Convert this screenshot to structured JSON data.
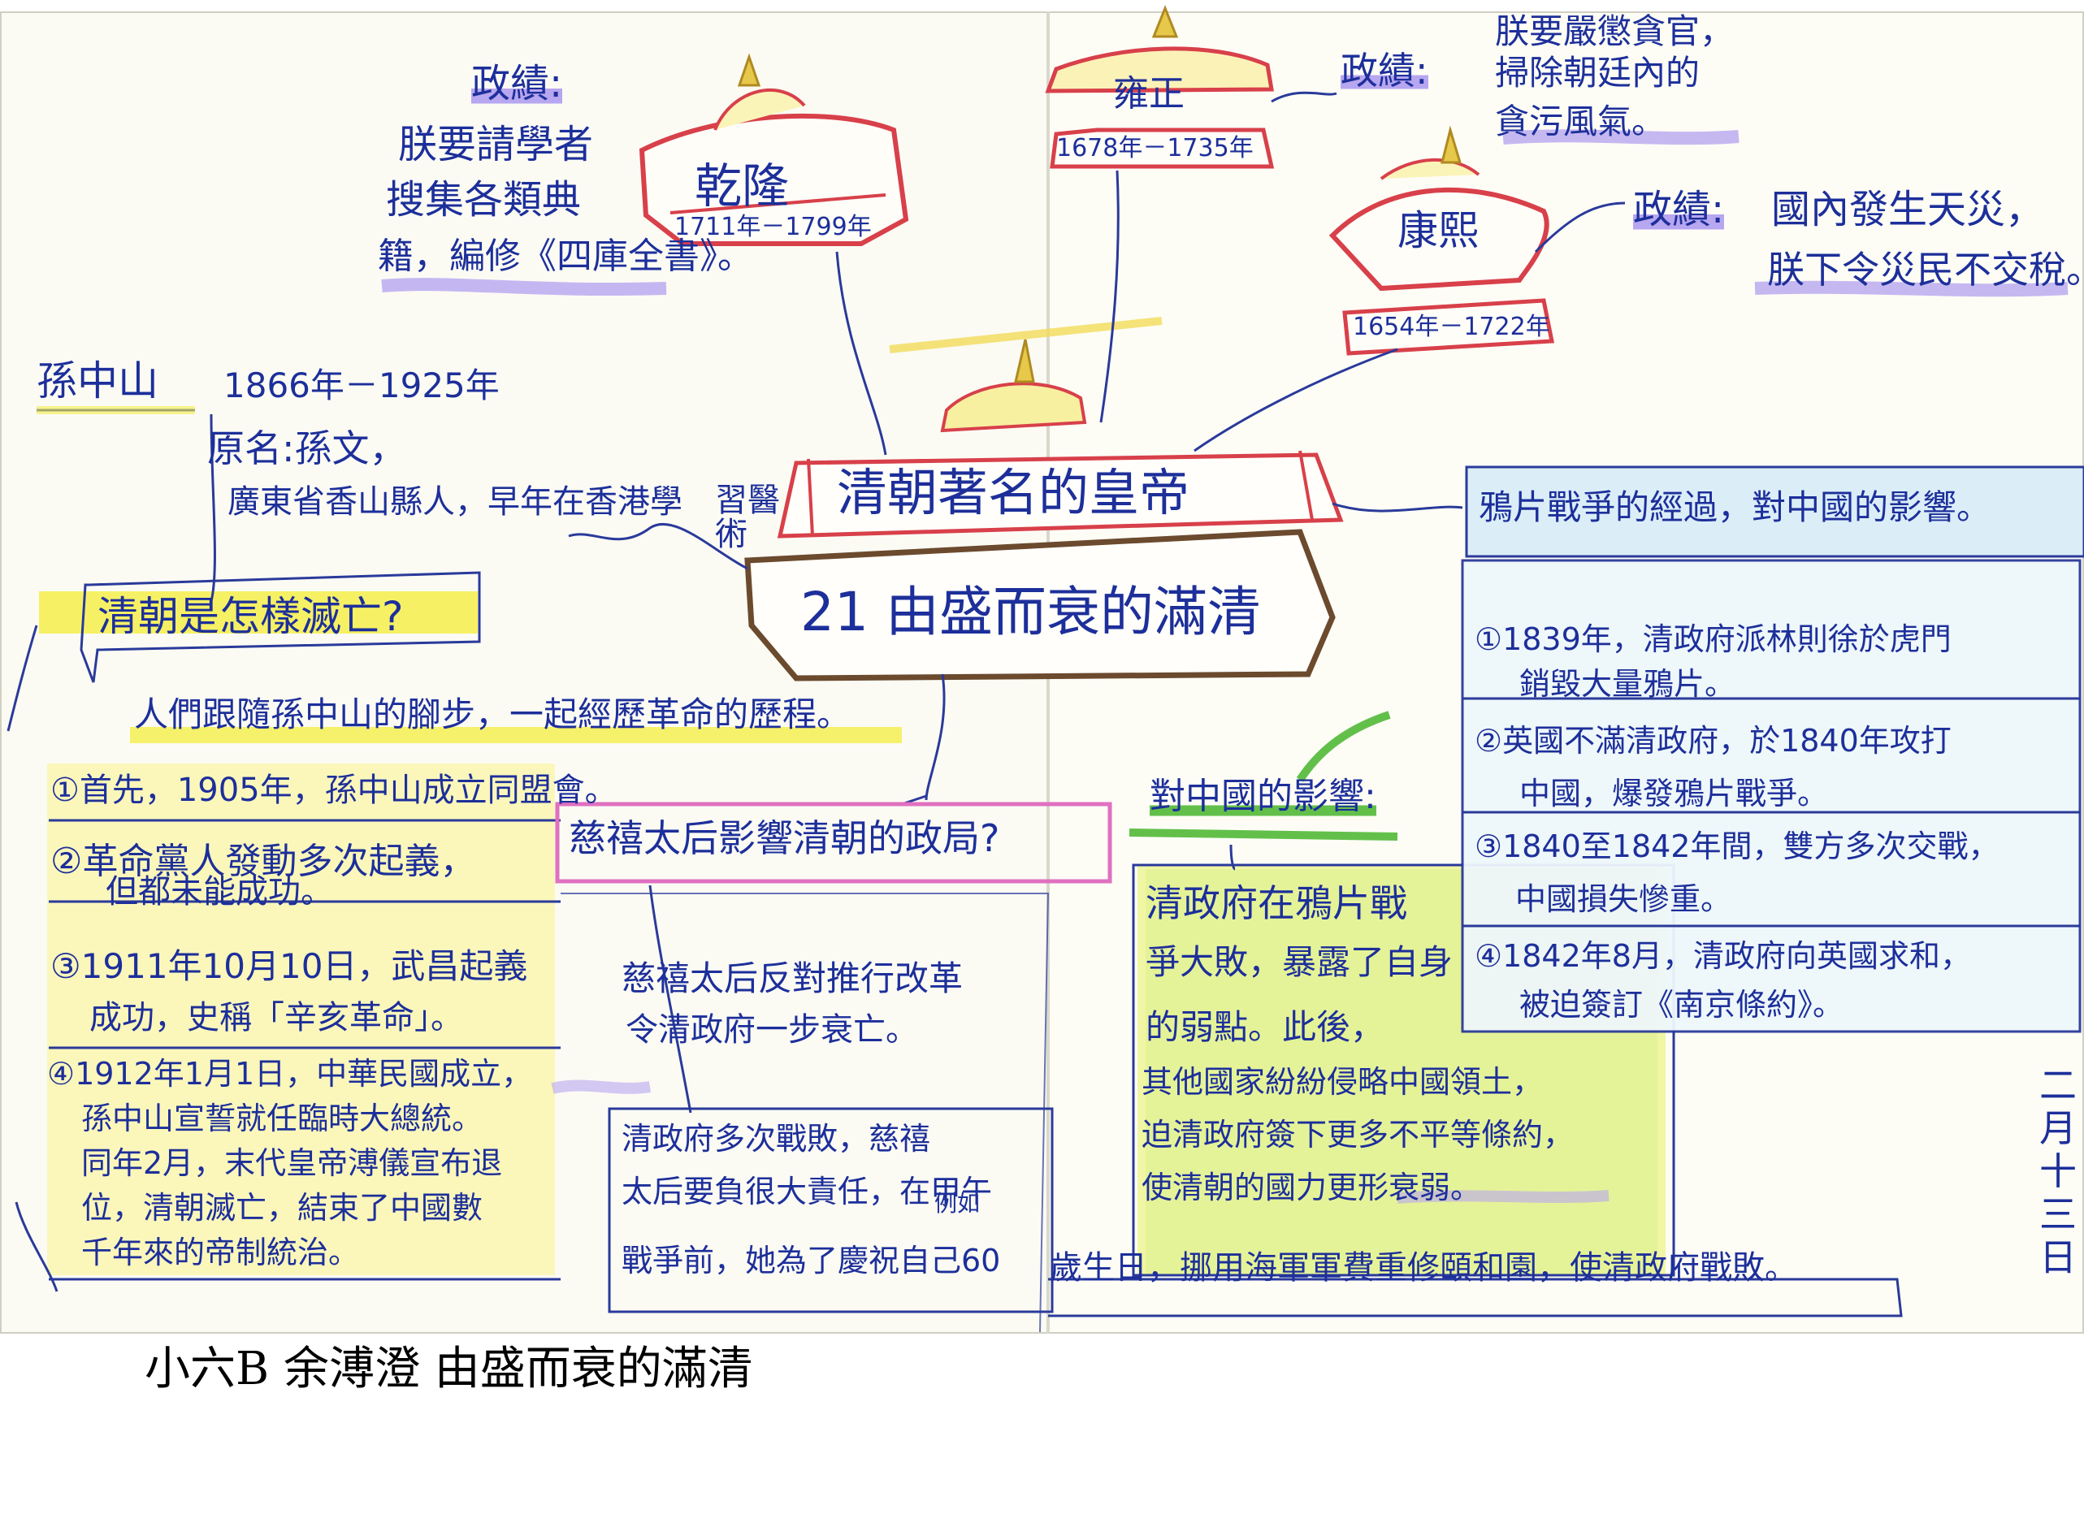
{
  "center": {
    "title": "清朝著名的皇帝",
    "subtitle": "21 由盛而衰的滿清"
  },
  "emperors": {
    "qianlong": {
      "name": "乾隆",
      "years": "1711年－1799年",
      "label": "政績:",
      "lines": [
        "朕要請學者",
        "搜集各類典",
        "籍，編修《四庫全書》。"
      ]
    },
    "yongzheng": {
      "name": "雍正",
      "years": "1678年－1735年",
      "label": "政績:",
      "lines": [
        "朕要嚴懲貪官，",
        "掃除朝廷內的",
        "貪污風氣。"
      ]
    },
    "kangxi": {
      "name": "康熙",
      "years": "1654年－1722年",
      "label": "政績:",
      "lines": [
        "國內發生天災，",
        "朕下令災民不交稅。"
      ]
    }
  },
  "sun": {
    "name": "孫中山",
    "years": "1866年－1925年",
    "origname": "原名:孫文，",
    "origin": "廣東省香山縣人，早年在香港學",
    "study": "習醫術"
  },
  "fall": {
    "title": "清朝是怎樣滅亡?",
    "intro": "人們跟隨孫中山的腳步，一起經歷革命的歷程。",
    "items": [
      [
        "①首先，1905年，孫中山成立同盟會。"
      ],
      [
        "②革命黨人發動多次起義，",
        "但都未能成功。"
      ],
      [
        "③1911年10月10日，武昌起義",
        "成功，史稱「辛亥革命」。"
      ],
      [
        "④1912年1月1日，中華民國成立，",
        "孫中山宣誓就任臨時大總統。",
        "同年2月，末代皇帝溥儀宣布退",
        "位，清朝滅亡，結束了中國數",
        "千年來的帝制統治。"
      ]
    ]
  },
  "cixi": {
    "title": "慈禧太后影響清朝的政局?",
    "sub": [
      "慈禧太后反對推行改革",
      "令清政府一步衰亡。"
    ],
    "detail": [
      "清政府多次戰敗，慈禧",
      "太后要負很大責任，在甲午",
      "戰爭前，她為了慶祝自己60"
    ],
    "note": "例如",
    "tail": "歲生日，挪用海軍軍費重修頤和園，使清政府戰敗。"
  },
  "impact": {
    "title": "對中國的影響:",
    "lines": [
      "清政府在鴉片戰",
      "爭大敗，暴露了自身",
      "的弱點。此後，",
      "其他國家紛紛侵略中國領土，",
      "迫清政府簽下更多不平等條約，",
      "使清朝的國力更形衰弱。"
    ]
  },
  "opium": {
    "title": "鴉片戰爭的經過，對中國的影響。",
    "items": [
      [
        "①1839年，清政府派林則徐於虎門",
        "銷毀大量鴉片。"
      ],
      [
        "②英國不滿清政府，於1840年攻打",
        "中國，爆發鴉片戰爭。"
      ],
      [
        "③1840至1842年間，雙方多次交戰，",
        "中國損失慘重。"
      ],
      [
        "④1842年8月，清政府向英國求和，",
        "被迫簽訂《南京條約》。"
      ]
    ]
  },
  "date": "二月十三日",
  "caption": "小六B 余溥澄 由盛而衰的滿清",
  "colors": {
    "ink": "#1d2f9a",
    "highlight_yellow": "#f5ef4a",
    "highlight_purple": "#b7a6f0",
    "highlight_green": "#62c04a",
    "roof_red": "#d8404a",
    "frame_brown": "#6b4a2e",
    "box_pink": "#e070c0"
  }
}
